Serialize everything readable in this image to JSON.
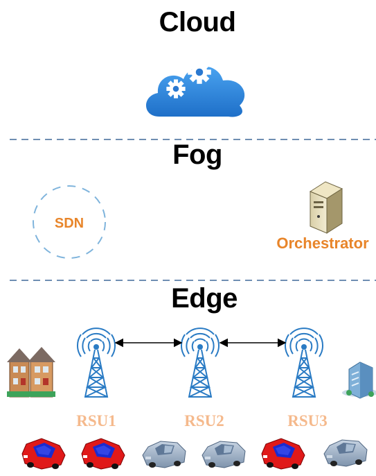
{
  "layers": {
    "cloud_title": "Cloud",
    "fog_title": "Fog",
    "edge_title": "Edge"
  },
  "fog": {
    "sdn_label": "SDN",
    "orchestrator_label": "Orchestrator"
  },
  "edge": {
    "rsus": [
      {
        "label": "RSU1"
      },
      {
        "label": "RSU2"
      },
      {
        "label": "RSU3"
      }
    ]
  },
  "colors": {
    "divider": "#5b7fa8",
    "orange": "#e8852a",
    "rsu_label": "#f5b98c",
    "cloud_blue": "#2f7fd6",
    "tower_blue": "#2a7bc4",
    "car_red": "#e01919",
    "car_blue": "#1a2bd0",
    "car_gray": "#9fb2c9"
  },
  "icons": [
    "cloud-gears-icon",
    "server-icon",
    "radio-tower-icon",
    "houses-icon",
    "office-building-icon",
    "red-car-icon",
    "gray-car-icon",
    "bidirectional-arrow-icon"
  ]
}
